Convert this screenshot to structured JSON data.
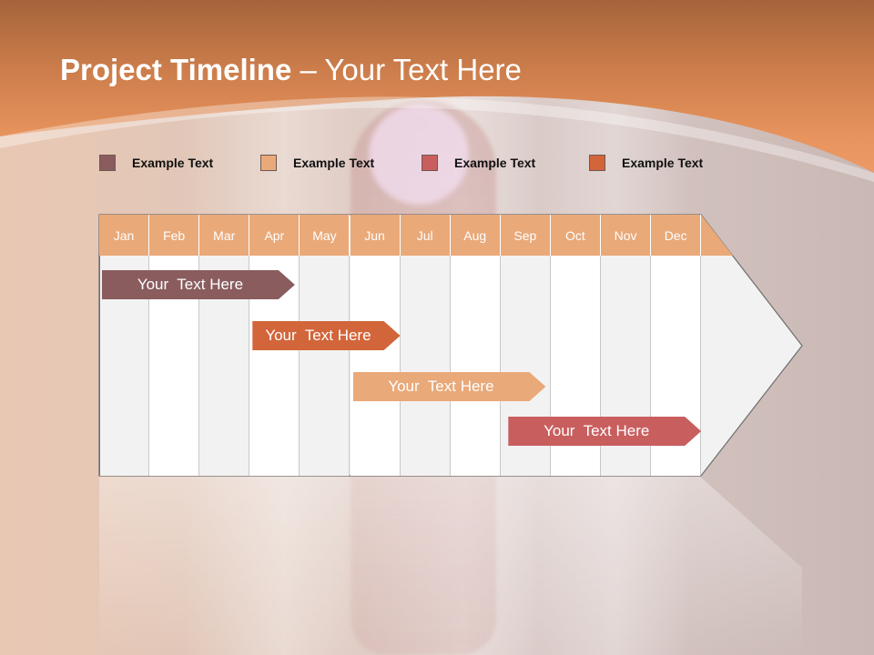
{
  "title": {
    "strong": "Project Timeline",
    "rest": " – Your Text Here"
  },
  "colors": {
    "accent_dark": "#8a5c5e",
    "accent_light": "#e9a979",
    "accent_red": "#c95e5f",
    "accent_orange": "#d2653a",
    "header": "#e8945e"
  },
  "legend": [
    {
      "label": "Example Text",
      "color": "#8a5c5e"
    },
    {
      "label": "Example Text",
      "color": "#e9a979"
    },
    {
      "label": "Example Text",
      "color": "#c95e5f"
    },
    {
      "label": "Example Text",
      "color": "#d2653a"
    }
  ],
  "months": [
    "Jan",
    "Feb",
    "Mar",
    "Apr",
    "May",
    "Jun",
    "Jul",
    "Aug",
    "Sep",
    "Oct",
    "Nov",
    "Dec"
  ],
  "tasks": [
    {
      "label": "Your  Text Here",
      "start_month": 0,
      "end_month": 3.9,
      "color": "#8a5c5e"
    },
    {
      "label": "Your  Text Here",
      "start_month": 3.0,
      "end_month": 6.0,
      "color": "#d2653a"
    },
    {
      "label": "Your  Text Here",
      "start_month": 5.0,
      "end_month": 8.9,
      "color": "#e9a979"
    },
    {
      "label": "Your  Text Here",
      "start_month": 8.1,
      "end_month": 12.0,
      "color": "#c95e5f"
    }
  ]
}
